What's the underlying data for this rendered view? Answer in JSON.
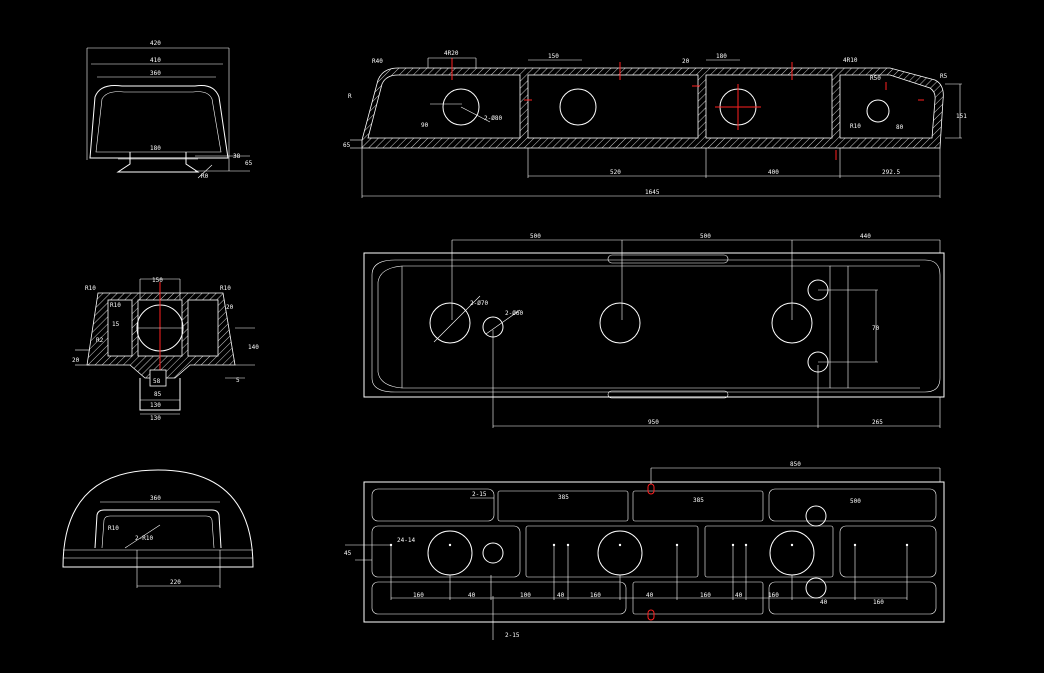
{
  "drawing": {
    "background": "#000000",
    "line_color": "#ffffff",
    "center_line_color": "#ff2020"
  },
  "views": {
    "top_left_section": {
      "dims": [
        "420",
        "410",
        "360",
        "180",
        "38",
        "65",
        "R0"
      ]
    },
    "middle_left_section": {
      "dims": [
        "150",
        "R10",
        "R10",
        "R10",
        "20",
        "15",
        "130",
        "58",
        "85",
        "130",
        "20",
        "140",
        "5",
        "R2"
      ]
    },
    "bottom_left_section": {
      "dims": [
        "360",
        "R10",
        "2-R10",
        "220"
      ]
    },
    "front_view": {
      "dims": [
        "R40",
        "4R20",
        "150",
        "20",
        "180",
        "4R10",
        "R50",
        "R5",
        "2-Ø80",
        "90",
        "R10",
        "80",
        "65",
        "151",
        "520",
        "400",
        "292.5",
        "1645",
        "R"
      ]
    },
    "plan_view": {
      "dims": [
        "500",
        "500",
        "440",
        "2-Ø70",
        "2-Ø60",
        "70",
        "950",
        "265"
      ]
    },
    "bottom_view": {
      "dims": [
        "850",
        "2-15",
        "385",
        "385",
        "500",
        "45",
        "24-14",
        "160",
        "40",
        "100",
        "40",
        "160",
        "40",
        "160",
        "40",
        "160",
        "40",
        "160",
        "2-15"
      ]
    }
  }
}
